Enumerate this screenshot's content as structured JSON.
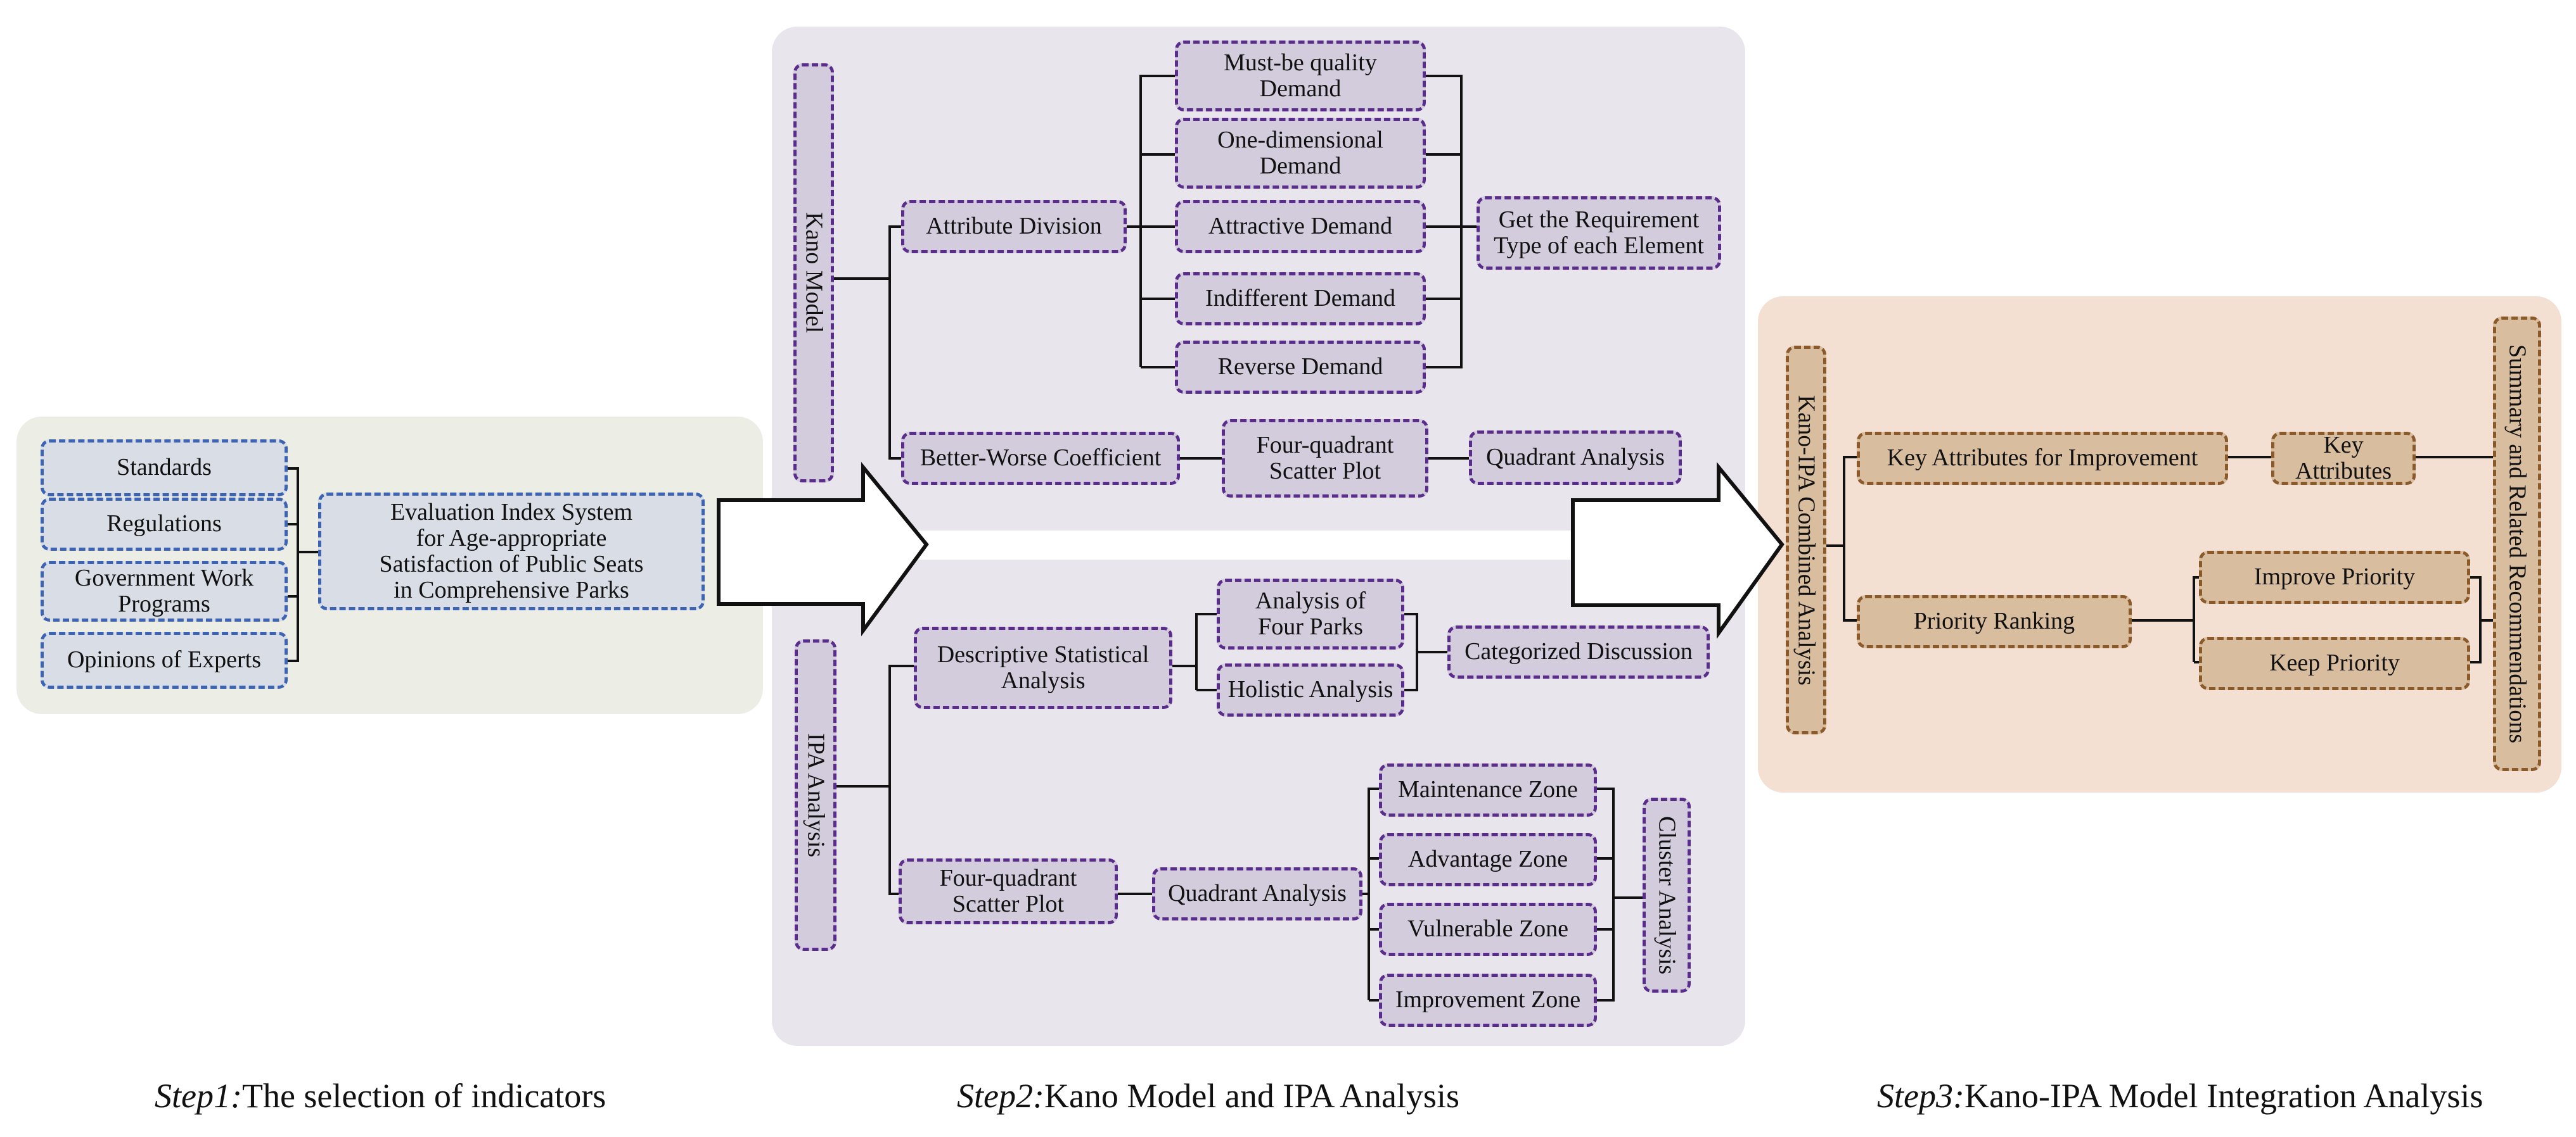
{
  "step1": {
    "inputs": [
      "Standards",
      "Regulations",
      "Government Work\nPrograms",
      "Opinions of Experts"
    ],
    "system": "Evaluation Index System\nfor Age-appropriate\nSatisfaction of Public Seats\nin Comprehensive Parks"
  },
  "step2": {
    "kano": {
      "model": "Kano Model",
      "attribute_division": "Attribute Division",
      "demands": [
        "Must-be quality\nDemand",
        "One-dimensional\nDemand",
        "Attractive Demand",
        "Indifferent Demand",
        "Reverse Demand"
      ],
      "requirement_type": "Get the Requirement\nType of each Element",
      "better_worse": "Better-Worse Coefficient",
      "scatter": "Four-quadrant\nScatter Plot",
      "quadrant": "Quadrant Analysis"
    },
    "ipa": {
      "analysis": "IPA Analysis",
      "descriptive": "Descriptive Statistical\nAnalysis",
      "four_parks": "Analysis of\nFour Parks",
      "holistic": "Holistic Analysis",
      "categorized": "Categorized Discussion",
      "scatter": "Four-quadrant\nScatter Plot",
      "quadrant": "Quadrant Analysis",
      "zones": [
        "Maintenance Zone",
        "Advantage Zone",
        "Vulnerable Zone",
        "Improvement Zone"
      ],
      "cluster": "Cluster Analysis"
    }
  },
  "step3": {
    "combined": "Kano-IPA Combined Analysis",
    "key_attr_improve": "Key Attributes for Improvement",
    "key_attributes": "Key Attributes",
    "priority_ranking": "Priority Ranking",
    "improve_priority": "Improve Priority",
    "keep_priority": "Keep Priority",
    "summary": "Summary and Related Recommendations"
  },
  "captions": {
    "step1_label": "Step1:",
    "step1_text": "The selection of indicators",
    "step2_label": "Step2:",
    "step2_text": "Kano Model and IPA Analysis",
    "step3_label": "Step3:",
    "step3_text": "Kano-IPA Model Integration Analysis"
  },
  "colors": {
    "step1_bg": "#eceee6",
    "step2_bg": "#e8e5ed",
    "step3_bg": "#f3e0d3",
    "blue_border": "#3d63b3",
    "purple_border": "#5a2d8c",
    "brown_border": "#8a5a2b"
  }
}
